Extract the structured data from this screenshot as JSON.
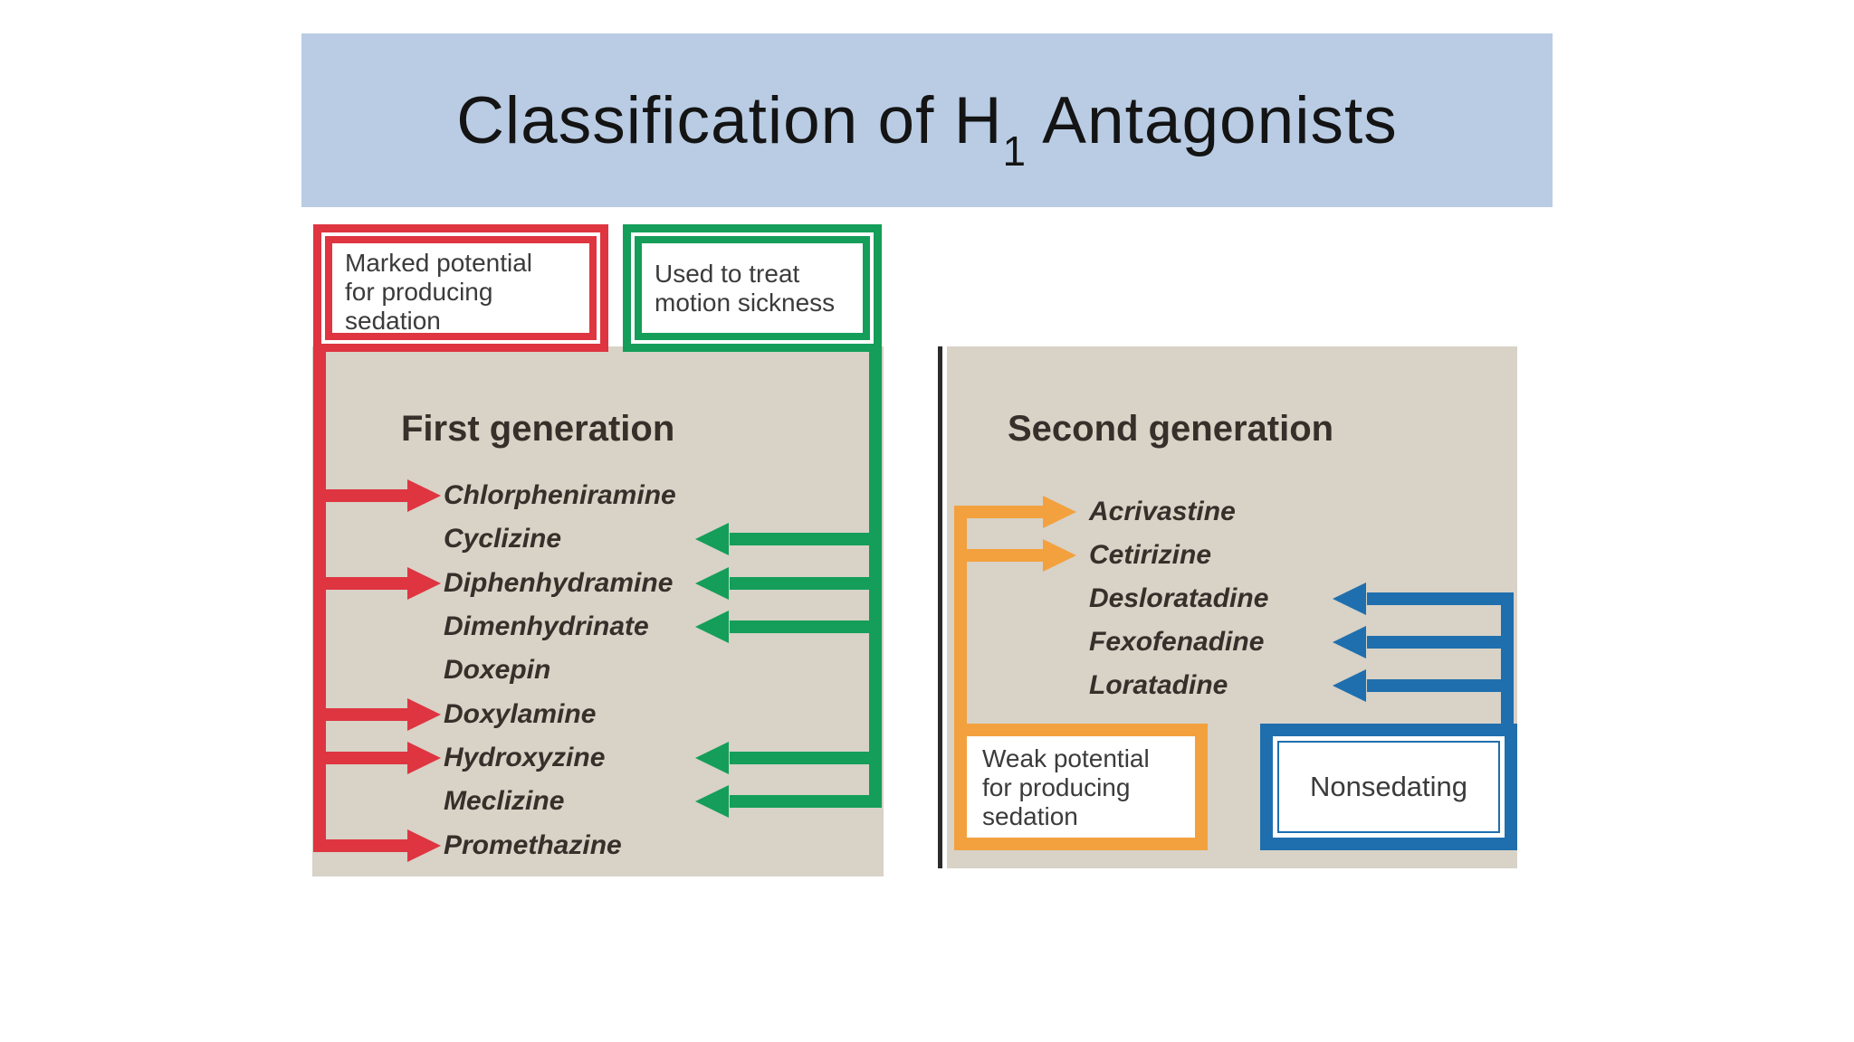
{
  "title": {
    "text_before_sub": "Classification of H",
    "subscript": "1",
    "text_after_sub": " Antagonists"
  },
  "first_generation": {
    "heading": "First generation",
    "marked_sedation_label": "Marked potential\nfor producing\nsedation",
    "motion_sickness_label": "Used to treat\nmotion sickness",
    "drugs": [
      {
        "name": "Chlorpheniramine",
        "marked_sedation": true,
        "motion_sickness": false
      },
      {
        "name": "Cyclizine",
        "marked_sedation": false,
        "motion_sickness": true
      },
      {
        "name": "Diphenhydramine",
        "marked_sedation": true,
        "motion_sickness": true
      },
      {
        "name": "Dimenhydrinate",
        "marked_sedation": false,
        "motion_sickness": true
      },
      {
        "name": "Doxepin",
        "marked_sedation": false,
        "motion_sickness": false
      },
      {
        "name": "Doxylamine",
        "marked_sedation": true,
        "motion_sickness": false
      },
      {
        "name": "Hydroxyzine",
        "marked_sedation": true,
        "motion_sickness": true
      },
      {
        "name": "Meclizine",
        "marked_sedation": false,
        "motion_sickness": true
      },
      {
        "name": "Promethazine",
        "marked_sedation": true,
        "motion_sickness": false
      }
    ]
  },
  "second_generation": {
    "heading": "Second generation",
    "weak_sedation_label": "Weak potential\nfor producing\nsedation",
    "nonsedating_label": "Nonsedating",
    "drugs": [
      {
        "name": "Acrivastine",
        "weak_sedation": true,
        "nonsedating": false
      },
      {
        "name": "Cetirizine",
        "weak_sedation": true,
        "nonsedating": false
      },
      {
        "name": "Desloratadine",
        "weak_sedation": false,
        "nonsedating": true
      },
      {
        "name": "Fexofenadine",
        "weak_sedation": false,
        "nonsedating": true
      },
      {
        "name": "Loratadine",
        "weak_sedation": false,
        "nonsedating": true
      }
    ]
  },
  "colors": {
    "red": "#de3541",
    "green": "#149e59",
    "orange": "#f3a13e",
    "blue": "#1f6fae",
    "panel_background": "#d8d2c7",
    "title_background": "#b9cce4"
  }
}
